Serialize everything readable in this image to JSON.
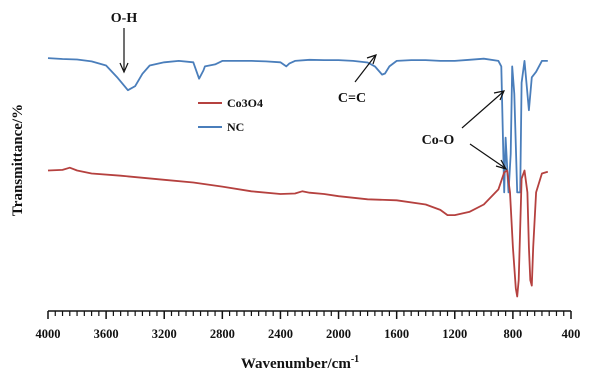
{
  "chart_data": {
    "type": "line",
    "title": "",
    "xlabel_main": "Wavenumber/cm",
    "xlabel_sup": "-1",
    "ylabel": "Transmittance/%",
    "xlim": [
      4000,
      400
    ],
    "x_reversed": true,
    "ylim": [
      0,
      100
    ],
    "y_ticks_shown": false,
    "grid": false,
    "legend_position": "center",
    "x_ticks": [
      "4000",
      "3600",
      "3200",
      "2800",
      "2400",
      "2000",
      "1600",
      "1200",
      "800",
      "400"
    ],
    "x_tick_values": [
      4000,
      3600,
      3200,
      2800,
      2400,
      2000,
      1600,
      1200,
      800,
      400
    ],
    "colors": {
      "NC": "#4a7ebb",
      "Co3O4": "#b5413f",
      "axis": "#111111"
    },
    "series": [
      {
        "name": "NC",
        "points": [
          [
            4000,
            89.0
          ],
          [
            3900,
            88.7
          ],
          [
            3800,
            88.5
          ],
          [
            3700,
            87.8
          ],
          [
            3600,
            86.3
          ],
          [
            3520,
            81.8
          ],
          [
            3450,
            77.3
          ],
          [
            3400,
            78.8
          ],
          [
            3350,
            83.3
          ],
          [
            3300,
            86.3
          ],
          [
            3200,
            87.5
          ],
          [
            3100,
            88.0
          ],
          [
            3000,
            87.5
          ],
          [
            2960,
            81.5
          ],
          [
            2930,
            84.5
          ],
          [
            2920,
            86.0
          ],
          [
            2850,
            86.7
          ],
          [
            2800,
            88.0
          ],
          [
            2700,
            88.0
          ],
          [
            2600,
            88.0
          ],
          [
            2500,
            87.8
          ],
          [
            2400,
            87.5
          ],
          [
            2360,
            86.0
          ],
          [
            2340,
            87.0
          ],
          [
            2300,
            88.0
          ],
          [
            2200,
            88.4
          ],
          [
            2100,
            88.3
          ],
          [
            2000,
            88.3
          ],
          [
            1900,
            88.0
          ],
          [
            1800,
            87.4
          ],
          [
            1750,
            86.0
          ],
          [
            1700,
            83.0
          ],
          [
            1680,
            83.4
          ],
          [
            1650,
            86.0
          ],
          [
            1600,
            88.0
          ],
          [
            1500,
            88.3
          ],
          [
            1400,
            88.3
          ],
          [
            1300,
            88.0
          ],
          [
            1200,
            88.0
          ],
          [
            1100,
            88.4
          ],
          [
            1000,
            88.8
          ],
          [
            900,
            88.0
          ],
          [
            880,
            86.0
          ],
          [
            860,
            40.0
          ],
          [
            850,
            60.0
          ],
          [
            830,
            40.0
          ],
          [
            815,
            54.0
          ],
          [
            805,
            86.0
          ],
          [
            790,
            76.0
          ],
          [
            770,
            40.0
          ],
          [
            750,
            40.0
          ],
          [
            740,
            80.0
          ],
          [
            720,
            88.0
          ],
          [
            690,
            70.0
          ],
          [
            670,
            82.0
          ],
          [
            640,
            84.0
          ],
          [
            600,
            88.0
          ],
          [
            560,
            88.0
          ]
        ]
      },
      {
        "name": "Co3O4",
        "points": [
          [
            4000,
            48.0
          ],
          [
            3900,
            48.2
          ],
          [
            3850,
            49.0
          ],
          [
            3800,
            48.0
          ],
          [
            3700,
            46.9
          ],
          [
            3500,
            46.1
          ],
          [
            3200,
            44.6
          ],
          [
            3000,
            43.6
          ],
          [
            2800,
            42.1
          ],
          [
            2600,
            40.4
          ],
          [
            2400,
            39.4
          ],
          [
            2300,
            39.6
          ],
          [
            2250,
            40.4
          ],
          [
            2200,
            39.9
          ],
          [
            2100,
            39.4
          ],
          [
            2000,
            38.6
          ],
          [
            1800,
            37.5
          ],
          [
            1600,
            37.1
          ],
          [
            1400,
            35.6
          ],
          [
            1300,
            33.6
          ],
          [
            1250,
            31.7
          ],
          [
            1200,
            31.7
          ],
          [
            1100,
            32.9
          ],
          [
            1000,
            35.6
          ],
          [
            900,
            41.1
          ],
          [
            860,
            47.3
          ],
          [
            840,
            48.0
          ],
          [
            820,
            40.0
          ],
          [
            800,
            20.0
          ],
          [
            780,
            5.0
          ],
          [
            770,
            2.0
          ],
          [
            760,
            8.0
          ],
          [
            740,
            45.0
          ],
          [
            720,
            48.0
          ],
          [
            700,
            40.0
          ],
          [
            690,
            20.0
          ],
          [
            680,
            8.0
          ],
          [
            670,
            6.0
          ],
          [
            660,
            20.0
          ],
          [
            640,
            40.0
          ],
          [
            600,
            46.9
          ],
          [
            560,
            47.5
          ]
        ]
      }
    ],
    "legend": [
      {
        "label": "Co3O4",
        "color_key": "Co3O4"
      },
      {
        "label": "NC",
        "color_key": "NC"
      }
    ],
    "annotations": [
      {
        "label": "O-H",
        "at_x": 3450
      },
      {
        "label": "C=C",
        "at_x": 1700
      },
      {
        "label": "Co-O",
        "at_x": 800
      }
    ]
  }
}
